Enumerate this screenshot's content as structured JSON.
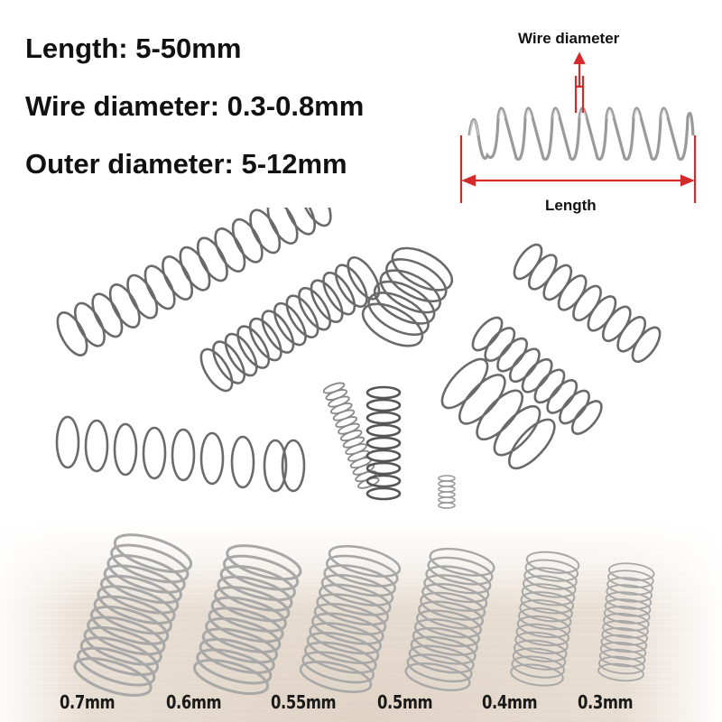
{
  "specs": {
    "length": "Length: 5-50mm",
    "wire_diameter": "Wire diameter: 0.3-0.8mm",
    "outer_diameter": "Outer diameter: 5-12mm"
  },
  "diagram": {
    "wire_diameter_label": "Wire diameter",
    "length_label": "Length",
    "annotation_color": "#d42a2a"
  },
  "size_labels": [
    {
      "label": "0.7mm"
    },
    {
      "label": "0.6mm"
    },
    {
      "label": "0.55mm"
    },
    {
      "label": "0.5mm"
    },
    {
      "label": "0.4mm"
    },
    {
      "label": "0.3mm"
    }
  ]
}
